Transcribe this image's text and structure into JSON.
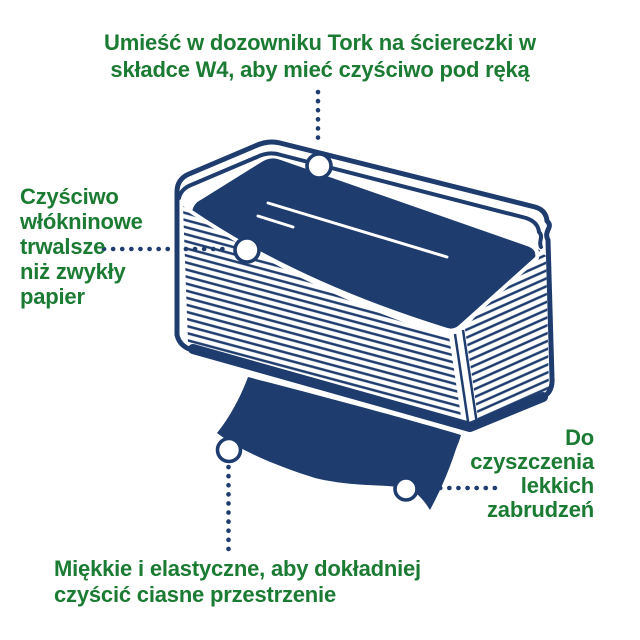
{
  "colors": {
    "navy": "#1e3c6e",
    "green": "#1b7b33",
    "background": "#ffffff"
  },
  "annotations": {
    "top": {
      "text": "Umieść w dozowniku Tork na ściereczki w\nskładce W4, aby mieć czyściwo pod ręką"
    },
    "left": {
      "text": "Czyściwo\nwłókninowe\ntrwalsze\nniż zwykły\npapier"
    },
    "right": {
      "text": "Do\nczyszczenia\nlekkich\nzabrudzeń"
    },
    "bottom": {
      "text": "Miękkie i elastyczne, aby dokładniej\nczyścić ciasne przestrzenie"
    }
  },
  "illustration": {
    "alt": "Stack of W4-folded cleaning cloths with one cloth draped below"
  }
}
